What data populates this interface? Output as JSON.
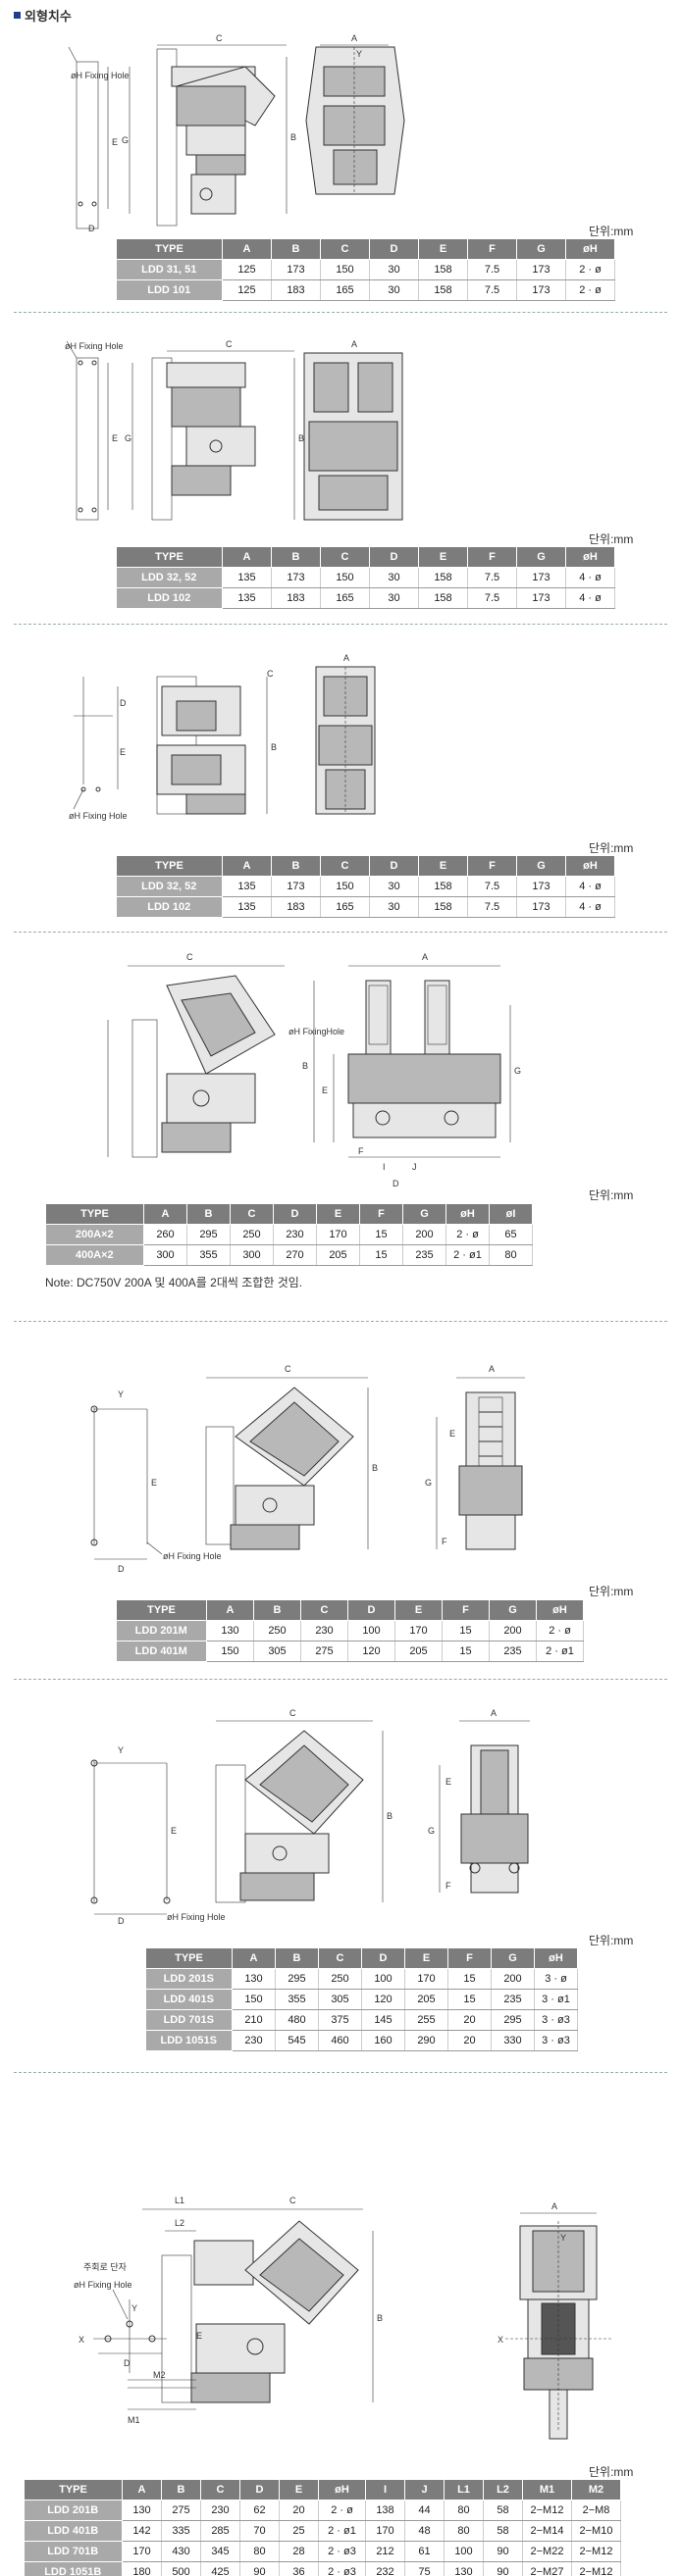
{
  "header": "외형치수",
  "labels": {
    "fixing_hole": "øH Fixing Hole",
    "fixing_hole_alt": "øH Fixing Hole",
    "fixing_hole_cap": "øH FixingHole",
    "terminal": "주회로 단자",
    "dims": [
      "A",
      "B",
      "C",
      "D",
      "E",
      "F",
      "G",
      "H",
      "I",
      "J",
      "X",
      "Y",
      "L1",
      "L2",
      "M1",
      "M2"
    ]
  },
  "sections": [
    {
      "unit": "단위:mm",
      "columns": [
        "TYPE",
        "A",
        "B",
        "C",
        "D",
        "E",
        "F",
        "G",
        "øH"
      ],
      "rows": [
        [
          "LDD 31, 51",
          "125",
          "173",
          "150",
          "30",
          "158",
          "7.5",
          "173",
          "2 · ø"
        ],
        [
          "LDD 101",
          "125",
          "183",
          "165",
          "30",
          "158",
          "7.5",
          "173",
          "2 · ø"
        ]
      ]
    },
    {
      "unit": "단위:mm",
      "columns": [
        "TYPE",
        "A",
        "B",
        "C",
        "D",
        "E",
        "F",
        "G",
        "øH"
      ],
      "rows": [
        [
          "LDD 32, 52",
          "135",
          "173",
          "150",
          "30",
          "158",
          "7.5",
          "173",
          "4 · ø"
        ],
        [
          "LDD 102",
          "135",
          "183",
          "165",
          "30",
          "158",
          "7.5",
          "173",
          "4 · ø"
        ]
      ]
    },
    {
      "unit": "단위:mm",
      "columns": [
        "TYPE",
        "A",
        "B",
        "C",
        "D",
        "E",
        "F",
        "G",
        "øH"
      ],
      "rows": [
        [
          "LDD 32, 52",
          "135",
          "173",
          "150",
          "30",
          "158",
          "7.5",
          "173",
          "4 · ø"
        ],
        [
          "LDD 102",
          "135",
          "183",
          "165",
          "30",
          "158",
          "7.5",
          "173",
          "4 · ø"
        ]
      ]
    },
    {
      "unit": "단위:mm",
      "columns": [
        "TYPE",
        "A",
        "B",
        "C",
        "D",
        "E",
        "F",
        "G",
        "øH",
        "øI"
      ],
      "rows": [
        [
          "200A×2",
          "260",
          "295",
          "250",
          "230",
          "170",
          "15",
          "200",
          "2 · ø",
          "65"
        ],
        [
          "400A×2",
          "300",
          "355",
          "300",
          "270",
          "205",
          "15",
          "235",
          "2 · ø1",
          "80"
        ]
      ],
      "note": "Note: DC750V 200A 및 400A를 2대씩 조합한 것임."
    },
    {
      "unit": "단위:mm",
      "columns": [
        "TYPE",
        "A",
        "B",
        "C",
        "D",
        "E",
        "F",
        "G",
        "øH"
      ],
      "rows": [
        [
          "LDD 201M",
          "130",
          "250",
          "230",
          "100",
          "170",
          "15",
          "200",
          "2 · ø"
        ],
        [
          "LDD 401M",
          "150",
          "305",
          "275",
          "120",
          "205",
          "15",
          "235",
          "2 · ø1"
        ]
      ]
    },
    {
      "unit": "단위:mm",
      "columns": [
        "TYPE",
        "A",
        "B",
        "C",
        "D",
        "E",
        "F",
        "G",
        "øH"
      ],
      "rows": [
        [
          "LDD 201S",
          "130",
          "295",
          "250",
          "100",
          "170",
          "15",
          "200",
          "3 · ø"
        ],
        [
          "LDD 401S",
          "150",
          "355",
          "305",
          "120",
          "205",
          "15",
          "235",
          "3 · ø1"
        ],
        [
          "LDD 701S",
          "210",
          "480",
          "375",
          "145",
          "255",
          "20",
          "295",
          "3 · ø3"
        ],
        [
          "LDD 1051S",
          "230",
          "545",
          "460",
          "160",
          "290",
          "20",
          "330",
          "3 · ø3"
        ]
      ]
    },
    {
      "unit": "단위:mm",
      "columns": [
        "TYPE",
        "A",
        "B",
        "C",
        "D",
        "E",
        "øH",
        "I",
        "J",
        "L1",
        "L2",
        "M1",
        "M2"
      ],
      "rows": [
        [
          "LDD 201B",
          "130",
          "275",
          "230",
          "62",
          "20",
          "2 · ø",
          "138",
          "44",
          "80",
          "58",
          "2−M12",
          "2−M8"
        ],
        [
          "LDD 401B",
          "142",
          "335",
          "285",
          "70",
          "25",
          "2 · ø1",
          "170",
          "48",
          "80",
          "58",
          "2−M14",
          "2−M10"
        ],
        [
          "LDD 701B",
          "170",
          "430",
          "345",
          "80",
          "28",
          "2 · ø3",
          "212",
          "61",
          "100",
          "90",
          "2−M22",
          "2−M12"
        ],
        [
          "LDD 1051B",
          "180",
          "500",
          "425",
          "90",
          "36",
          "2 · ø3",
          "232",
          "75",
          "130",
          "90",
          "2−M27",
          "2−M12"
        ]
      ]
    }
  ]
}
